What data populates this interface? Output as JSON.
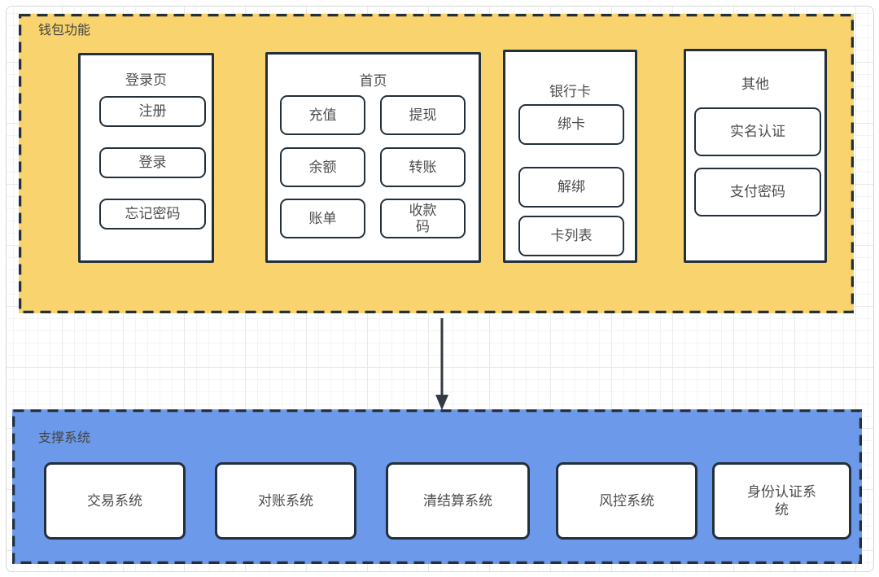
{
  "wallet": {
    "label": "钱包功能",
    "fill": "#F8D36E",
    "border_color": "#22303c",
    "groups": [
      {
        "title": "登录页",
        "items": [
          "注册",
          "登录",
          "忘记密码"
        ]
      },
      {
        "title": "首页",
        "items": [
          "充值",
          "提现",
          "余额",
          "转账",
          "账单",
          "收款码"
        ]
      },
      {
        "title": "银行卡",
        "items": [
          "绑卡",
          "解绑",
          "卡列表"
        ]
      },
      {
        "title": "其他",
        "items": [
          "实名认证",
          "支付密码"
        ]
      }
    ]
  },
  "connector": {
    "icon": "down-arrow",
    "color": "#333b45"
  },
  "support": {
    "label": "支撑系统",
    "fill": "#6D99EB",
    "border_color": "#22303c",
    "systems": [
      "交易系统",
      "对账系统",
      "清结算系统",
      "风控系统",
      "身份认证系统"
    ]
  }
}
